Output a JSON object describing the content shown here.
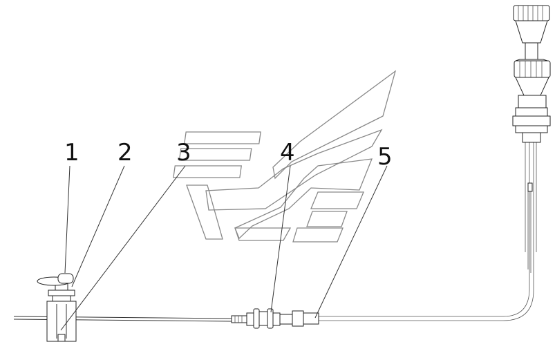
{
  "callouts": [
    {
      "id": "1",
      "label": "1"
    },
    {
      "id": "2",
      "label": "2"
    },
    {
      "id": "3",
      "label": "3"
    },
    {
      "id": "4",
      "label": "4"
    },
    {
      "id": "5",
      "label": "5"
    }
  ],
  "colors": {
    "line": "#333333",
    "watermark": "#888888",
    "background": "#ffffff"
  }
}
